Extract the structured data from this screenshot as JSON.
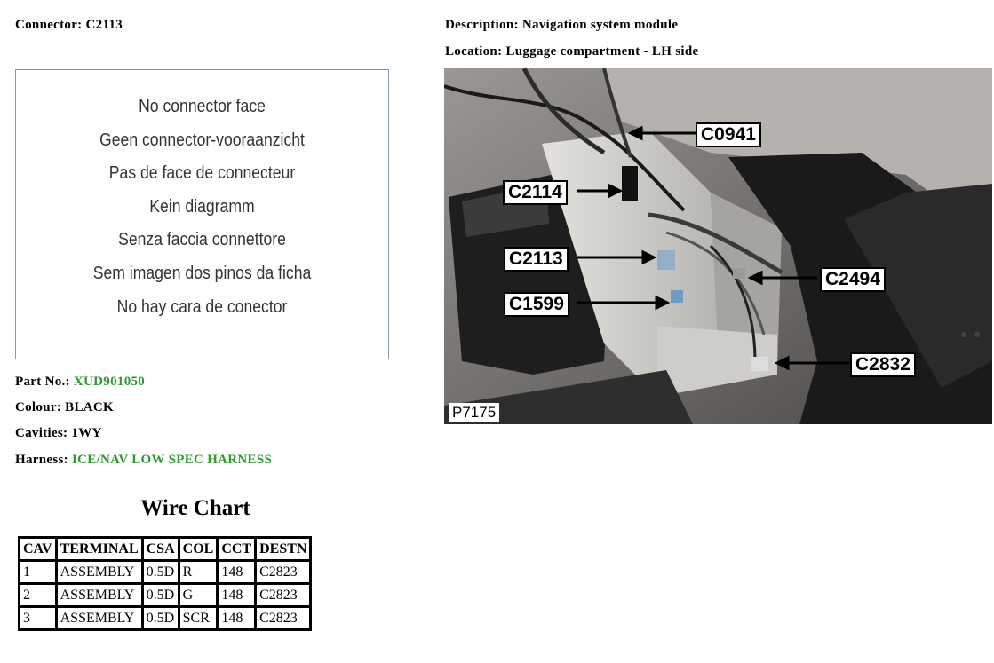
{
  "connector": {
    "label": "Connector:",
    "value": "C2113"
  },
  "description": {
    "label": "Description:",
    "value": "Navigation system module"
  },
  "location": {
    "label": "Location:",
    "value": "Luggage compartment - LH side"
  },
  "face_text": [
    "No connector face",
    "Geen connector-vooraanzicht",
    "Pas de face de connecteur",
    "Kein diagramm",
    "Senza faccia connettore",
    "Sem imagen dos pinos da ficha",
    "No hay cara de conector"
  ],
  "part_no": {
    "label": "Part No.:",
    "value": "XUD901050"
  },
  "colour": {
    "label": "Colour:",
    "value": "BLACK"
  },
  "cavities": {
    "label": "Cavities:",
    "value": "1WY"
  },
  "harness": {
    "label": "Harness:",
    "value": "ICE/NAV LOW SPEC HARNESS"
  },
  "wire_chart": {
    "title": "Wire Chart",
    "headers": [
      "CAV",
      "TERMINAL",
      "CSA",
      "COL",
      "CCT",
      "DESTN"
    ],
    "rows": [
      [
        "1",
        "ASSEMBLY",
        "0.5D",
        "R",
        "148",
        "C2823"
      ],
      [
        "2",
        "ASSEMBLY",
        "0.5D",
        "G",
        "148",
        "C2823"
      ],
      [
        "3",
        "ASSEMBLY",
        "0.5D",
        "SCR",
        "148",
        "C2823"
      ]
    ]
  },
  "photo": {
    "id": "P7175",
    "callouts": [
      "C0941",
      "C2114",
      "C2113",
      "C2494",
      "C1599",
      "C2832"
    ]
  },
  "colors": {
    "accent_green": "#2e9a2e",
    "box_border": "#7f98b3"
  }
}
